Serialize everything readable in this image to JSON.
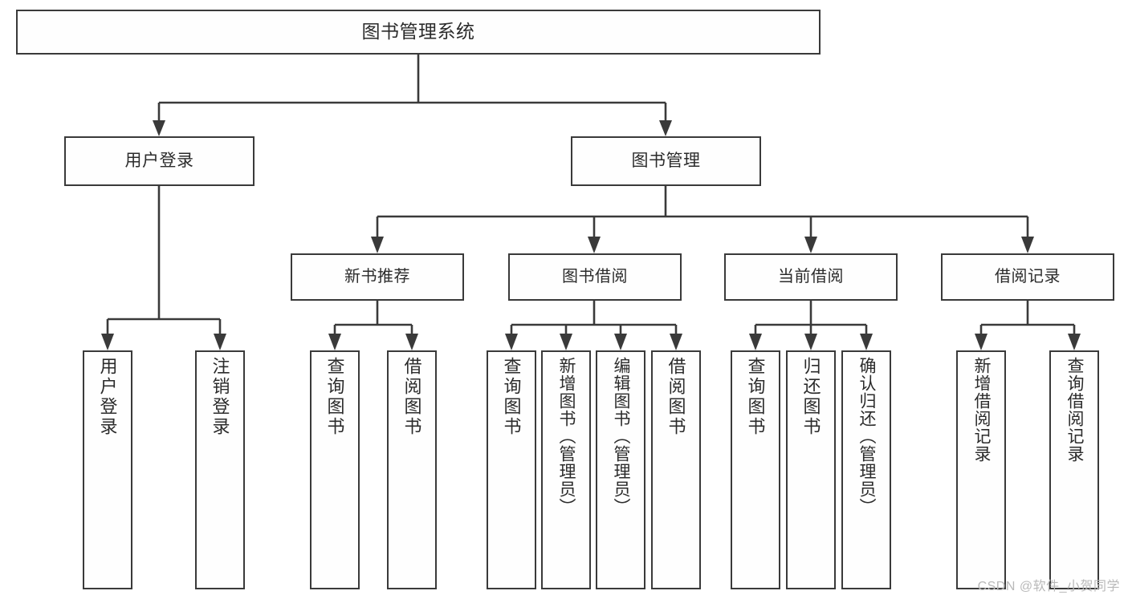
{
  "diagram": {
    "type": "tree",
    "title": "图书管理系统 功能结构图",
    "colors": {
      "stroke": "#3a3a3a",
      "box_fill": "#fefefe",
      "text": "#2b2b2b",
      "watermark": "#b9b9b9"
    },
    "root": {
      "label": "图书管理系统"
    },
    "level1": [
      {
        "label": "用户登录"
      },
      {
        "label": "图书管理"
      }
    ],
    "level2": [
      {
        "label": "新书推荐"
      },
      {
        "label": "图书借阅"
      },
      {
        "label": "当前借阅"
      },
      {
        "label": "借阅记录"
      }
    ],
    "leaves": {
      "user_login": [
        {
          "label": "用户登录"
        },
        {
          "label": "注销登录"
        }
      ],
      "new_book": [
        {
          "label": "查询图书"
        },
        {
          "label": "借阅图书"
        }
      ],
      "borrow_book": [
        {
          "label": "查询图书"
        },
        {
          "label": "新增图书（管理员）"
        },
        {
          "label": "编辑图书（管理员）"
        },
        {
          "label": "借阅图书"
        }
      ],
      "current_borrow": [
        {
          "label": "查询图书"
        },
        {
          "label": "归还图书"
        },
        {
          "label": "确认归还（管理员）"
        }
      ],
      "borrow_record": [
        {
          "label": "新增借阅记录"
        },
        {
          "label": "查询借阅记录"
        }
      ]
    }
  },
  "watermark": {
    "text": "CSDN @软件_小贺同学"
  }
}
